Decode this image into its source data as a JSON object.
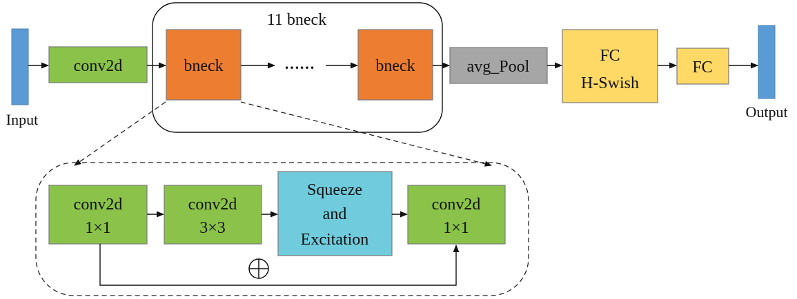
{
  "colors": {
    "blue_bar": "#5b9bd5",
    "green": "#8bc34a",
    "orange": "#ed7d31",
    "gray": "#a6a6a6",
    "yellow": "#ffd966",
    "cyan": "#70ccdc"
  },
  "main_flow": {
    "input_label": "Input",
    "output_label": "Output",
    "conv2d_label": "conv2d",
    "group_title": "11 bneck",
    "bneck_first_label": "bneck",
    "ellipsis": "……",
    "bneck_last_label": "bneck",
    "avg_pool_label": "avg_Pool",
    "fc_hswish_line1": "FC",
    "fc_hswish_line2": "H-Swish",
    "fc_label": "FC"
  },
  "bneck_detail": {
    "conv1": {
      "line1": "conv2d",
      "line2": "1×1"
    },
    "conv2": {
      "line1": "conv2d",
      "line2": "3×3"
    },
    "se": {
      "line1": "Squeeze",
      "line2": "and",
      "line3": "Excitation"
    },
    "conv3": {
      "line1": "conv2d",
      "line2": "1×1"
    },
    "residual_symbol": "add-circle-icon"
  }
}
